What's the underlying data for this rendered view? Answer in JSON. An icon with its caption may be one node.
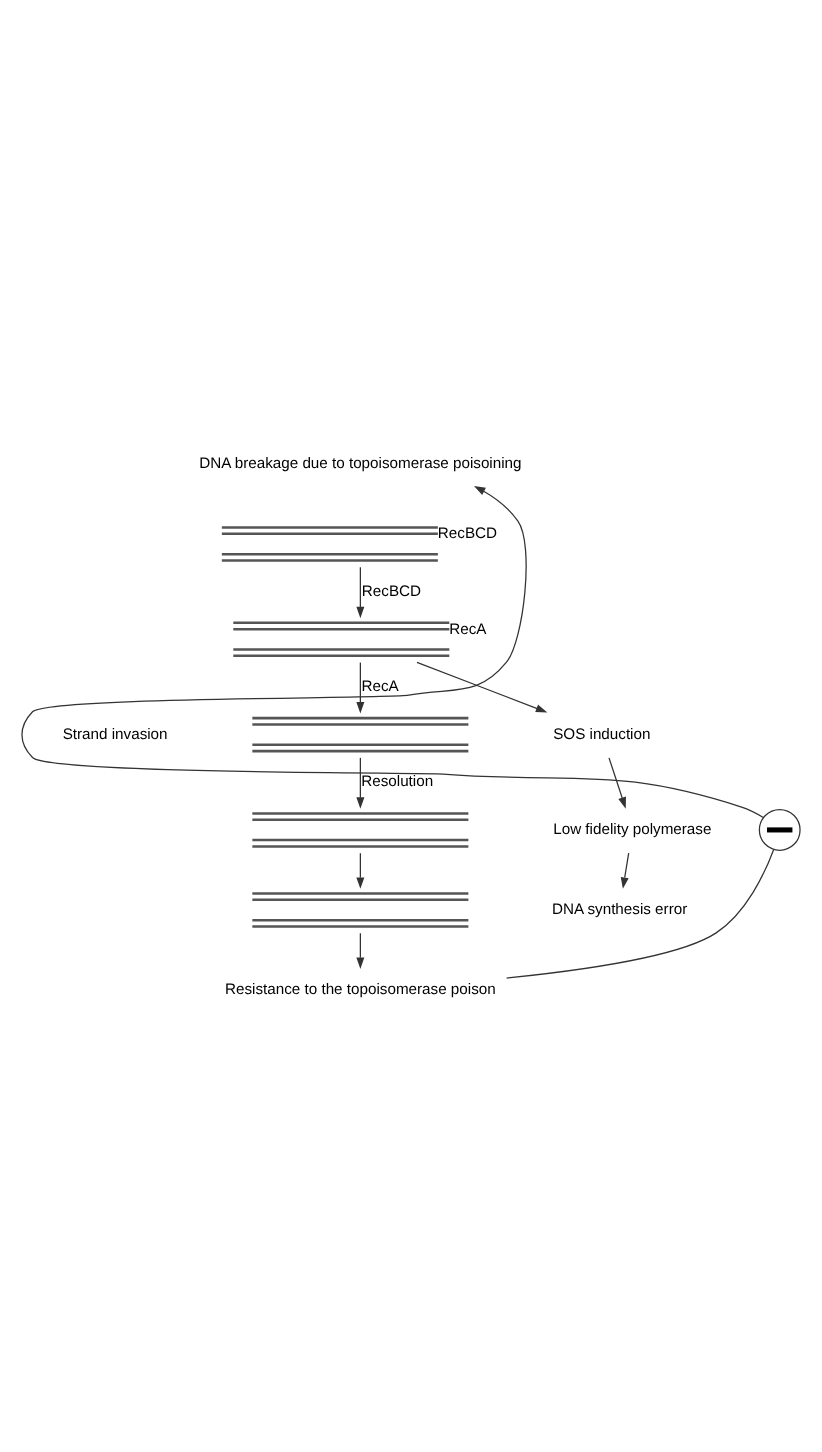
{
  "diagram": {
    "nodes": [
      {
        "text": [
          "DNA breakage due to topoisomerase poisoining"
        ]
      },
      {
        "text": [
          "RecBCD"
        ]
      },
      {
        "text": [
          "RecA"
        ]
      },
      {
        "text": [],
        "shape": "picture"
      },
      {
        "text": [],
        "shape": "picture"
      },
      {
        "text": [],
        "shape": "picture"
      },
      {
        "text": [
          "Resistance to the topoisomerase poison"
        ]
      },
      {
        "text": [
          "SOS induction"
        ]
      },
      {
        "text": [
          "Low fidelity polymerase"
        ]
      },
      {
        "text": [
          "DNA synthesis error"
        ]
      },
      {
        "text": [],
        "shape": "circle"
      }
    ],
    "edges": [
      {
        "from": 1,
        "to": 2,
        "arrow": "to",
        "label": "RecBCD"
      },
      {
        "from": 2,
        "to": 3,
        "arrow": "to",
        "label": "RecA"
      },
      {
        "from": 3,
        "to": 4,
        "arrow": "to",
        "label": "Resolution"
      },
      {
        "from": 4,
        "to": 5,
        "arrow": "to"
      },
      {
        "from": 5,
        "to": 6,
        "arrow": "to"
      },
      {
        "from": 2,
        "to": 7,
        "arrow": "to"
      },
      {
        "from": 7,
        "to": 8,
        "arrow": "to"
      },
      {
        "from": 8,
        "to": 9,
        "arrow": "to"
      },
      {
        "from": 6,
        "to": 10,
        "arrow": "none"
      },
      {
        "from": 10,
        "to": 0,
        "arrow": "to"
      }
    ],
    "labels": [
      "Strand invasion"
    ]
  }
}
